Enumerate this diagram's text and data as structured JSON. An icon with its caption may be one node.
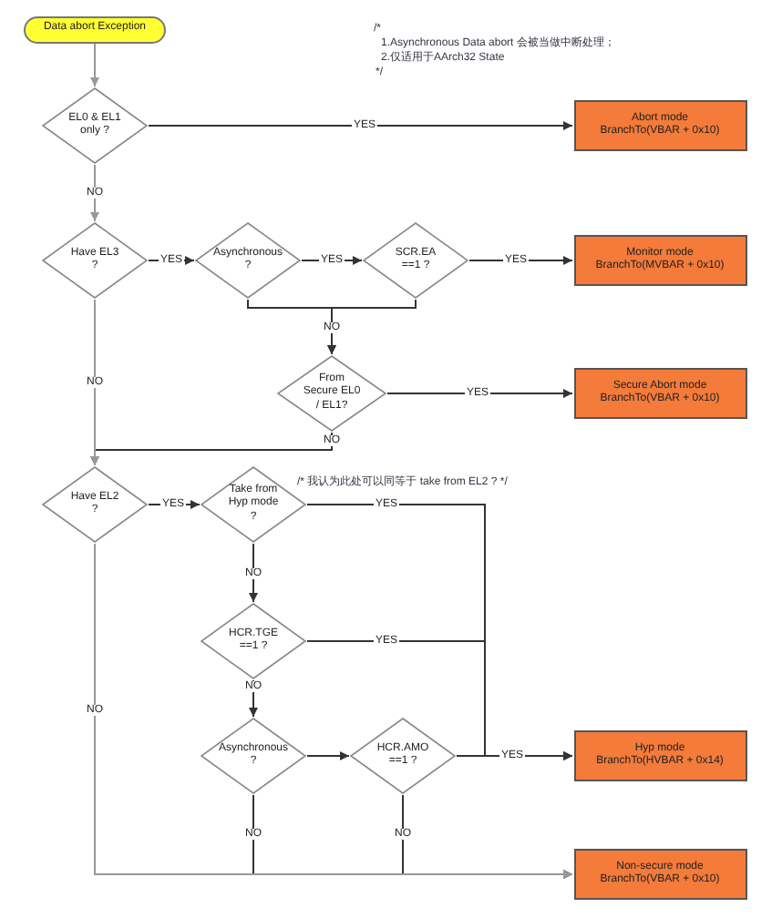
{
  "diagram": {
    "nodes": [
      {
        "text": [
          "Data abort Exception"
        ]
      },
      {
        "text": [
          "EL0 & EL1 only ?"
        ]
      },
      {
        "text": [
          "Abort mode",
          "BranchTo(VBAR + 0x10)"
        ]
      },
      {
        "text": [
          "Have EL3 ?"
        ]
      },
      {
        "text": [
          "Asynchronous ?"
        ]
      },
      {
        "text": [
          "SCR.EA ==1 ?"
        ]
      },
      {
        "text": [
          "Monitor mode",
          "BranchTo(MVBAR + 0x10)"
        ]
      },
      {
        "text": [
          "From Secure EL0 / EL1?"
        ]
      },
      {
        "text": [
          "Secure Abort mode",
          "BranchTo(VBAR + 0x10)"
        ]
      },
      {
        "text": [
          "Have EL2 ?"
        ]
      },
      {
        "text": [
          "Take from Hyp mode ?"
        ]
      },
      {
        "text": [
          "HCR.TGE ==1 ?"
        ]
      },
      {
        "text": [
          "Asynchronous ?"
        ]
      },
      {
        "text": [
          "HCR.AMO ==1 ?"
        ]
      },
      {
        "text": [
          "Hyp mode",
          "BranchTo(HVBAR + 0x14)"
        ]
      },
      {
        "text": [
          "Non-secure mode",
          "BranchTo(VBAR + 0x10)"
        ]
      }
    ],
    "edges": [
      {
        "from": 0,
        "to": 1,
        "arrow": "to",
        "color": "#999999"
      },
      {
        "from": 1,
        "to": 2,
        "arrow": "to",
        "label": "YES"
      },
      {
        "from": 1,
        "to": 3,
        "arrow": "to",
        "label": "NO",
        "color": "#999999"
      },
      {
        "from": 3,
        "to": 4,
        "arrow": "to",
        "label": "YES"
      },
      {
        "from": 4,
        "to": 5,
        "arrow": "to",
        "label": "YES"
      },
      {
        "from": 5,
        "to": 6,
        "arrow": "to",
        "label": "YES"
      },
      {
        "from": 4,
        "to": 7,
        "arrow": "to",
        "label": "NO"
      },
      {
        "from": 5,
        "to": 7,
        "arrow": "to"
      },
      {
        "from": 7,
        "to": 8,
        "arrow": "to",
        "label": "YES"
      },
      {
        "from": 7,
        "to": 9,
        "arrow": "to",
        "label": "NO"
      },
      {
        "from": 3,
        "to": 9,
        "arrow": "to",
        "label": "NO",
        "color": "#999999"
      },
      {
        "from": 9,
        "to": 10,
        "arrow": "to",
        "label": "YES"
      },
      {
        "from": 10,
        "to": 14,
        "arrow": "to",
        "label": "YES"
      },
      {
        "from": 10,
        "to": 11,
        "arrow": "to",
        "label": "NO"
      },
      {
        "from": 11,
        "to": 14,
        "arrow": "to",
        "label": "YES"
      },
      {
        "from": 11,
        "to": 12,
        "arrow": "to",
        "label": "NO"
      },
      {
        "from": 12,
        "to": 13,
        "arrow": "to"
      },
      {
        "from": 13,
        "to": 14,
        "arrow": "to",
        "label": "YES"
      },
      {
        "from": 13,
        "to": 15,
        "arrow": "to",
        "label": "NO"
      },
      {
        "from": 12,
        "to": 15,
        "arrow": "to",
        "label": "NO"
      },
      {
        "from": 9,
        "to": 15,
        "arrow": "to",
        "label": "NO",
        "color": "#999999"
      }
    ],
    "labels": [
      "/*",
      "1.Asynchronous Data abort 会被当做中断处理；",
      "2.仅适用于AArch32 State",
      "*/",
      "/* 我认为此处可以同等于 take from EL2 ? */"
    ]
  }
}
